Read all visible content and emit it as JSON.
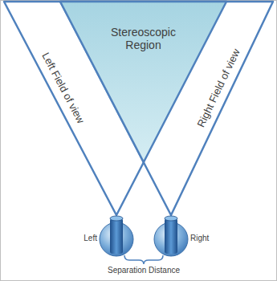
{
  "diagram": {
    "nodes": [
      {
        "text": [
          "Stereoscopic Region"
        ]
      },
      {
        "text": [
          "Left Field of view"
        ]
      },
      {
        "text": [
          "Right Field of view"
        ]
      },
      {
        "text": [
          "Left"
        ]
      },
      {
        "text": [
          "Right"
        ]
      }
    ],
    "labels": [
      "Separation Distance"
    ]
  }
}
